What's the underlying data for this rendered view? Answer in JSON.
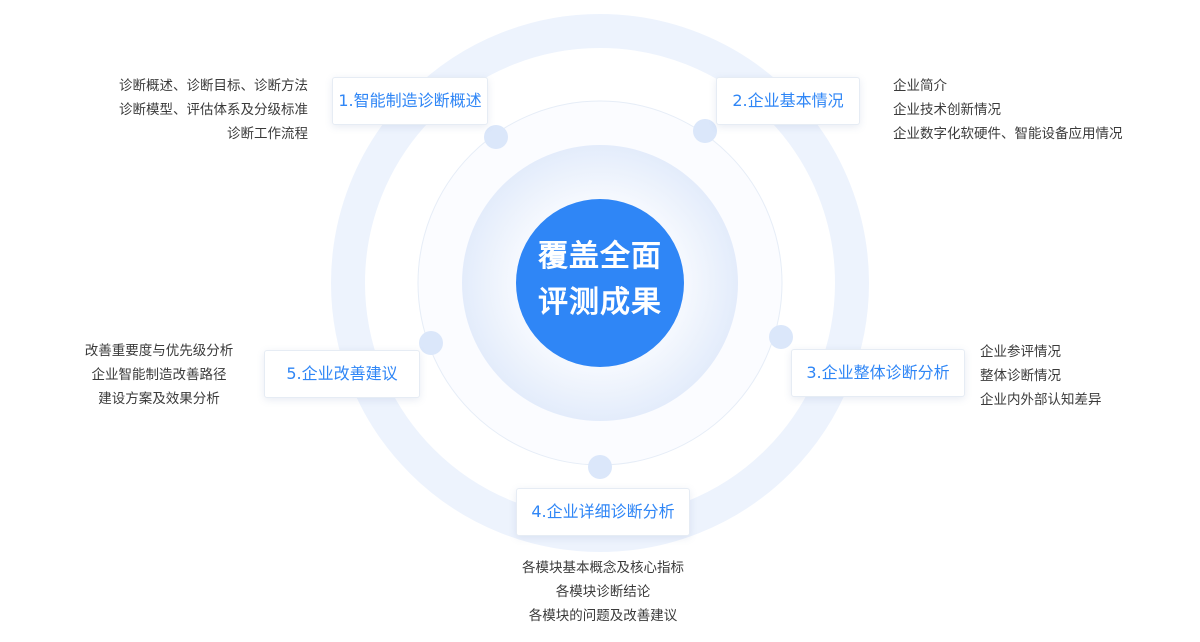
{
  "center": {
    "line1": "覆盖全面",
    "line2": "评测成果"
  },
  "sections": [
    {
      "title": "1.智能制造诊断概述",
      "items": [
        "诊断概述、诊断目标、诊断方法",
        "诊断模型、评估体系及分级标准",
        "诊断工作流程"
      ]
    },
    {
      "title": "2.企业基本情况",
      "items": [
        "企业简介",
        "企业技术创新情况",
        "企业数字化软硬件、智能设备应用情况"
      ]
    },
    {
      "title": "3.企业整体诊断分析",
      "items": [
        "企业参评情况",
        "整体诊断情况",
        "企业内外部认知差异"
      ]
    },
    {
      "title": "4.企业详细诊断分析",
      "items": [
        "各模块基本概念及核心指标",
        "各模块诊断结论",
        "各模块的问题及改善建议"
      ]
    },
    {
      "title": "5.企业改善建议",
      "items": [
        "改善重要度与优先级分析",
        "企业智能制造改善路径",
        "建设方案及效果分析"
      ]
    }
  ],
  "colors": {
    "accent": "#2f86f6",
    "outer_ring": "#edf3fd",
    "inner_glow": "#e4edfb",
    "node_dot": "#dbe7fa"
  }
}
